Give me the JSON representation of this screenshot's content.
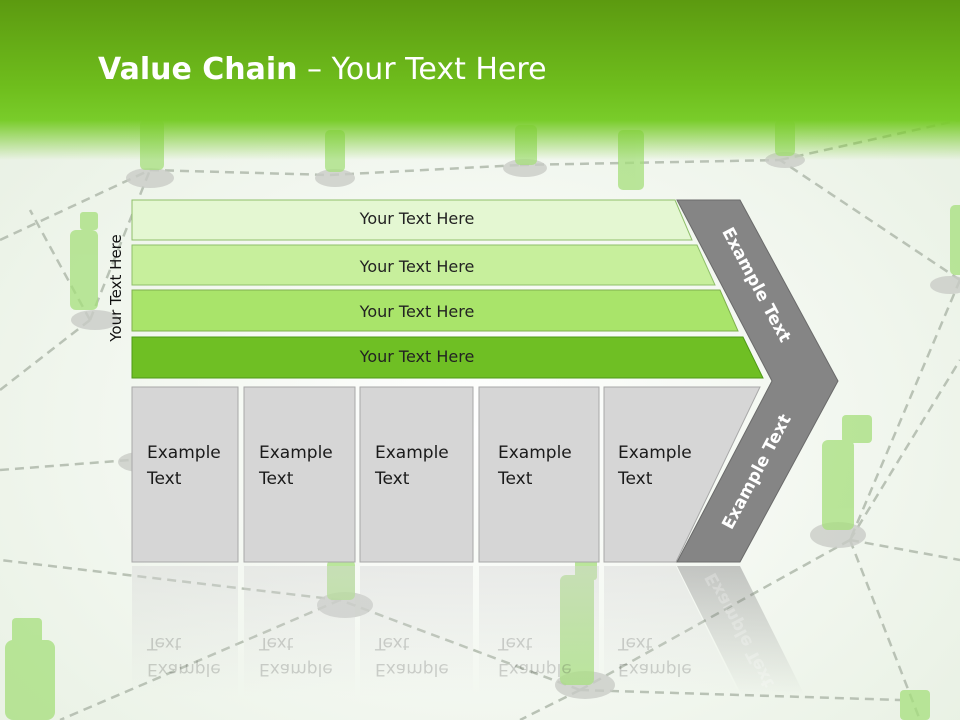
{
  "title": {
    "bold": "Value Chain",
    "rest": " – Your Text Here"
  },
  "side_label": "Your Text Here",
  "bars": [
    {
      "label": "Your Text Here"
    },
    {
      "label": "Your Text Here"
    },
    {
      "label": "Your Text Here"
    },
    {
      "label": "Your Text Here"
    }
  ],
  "boxes": [
    {
      "line1": "Example",
      "line2": "Text"
    },
    {
      "line1": "Example",
      "line2": "Text"
    },
    {
      "line1": "Example",
      "line2": "Text"
    },
    {
      "line1": "Example",
      "line2": "Text"
    },
    {
      "line1": "Example",
      "line2": "Text"
    }
  ],
  "arrow_upper": "Example Text",
  "arrow_lower": "Example Text",
  "colors": {
    "header": "#6fbe1d",
    "bar1": "#e4f7d2",
    "bar2": "#c7ef9c",
    "bar3": "#a9e46a",
    "bar4": "#6fbf24",
    "box": "#d6d6d6",
    "arrow": "#858585"
  }
}
